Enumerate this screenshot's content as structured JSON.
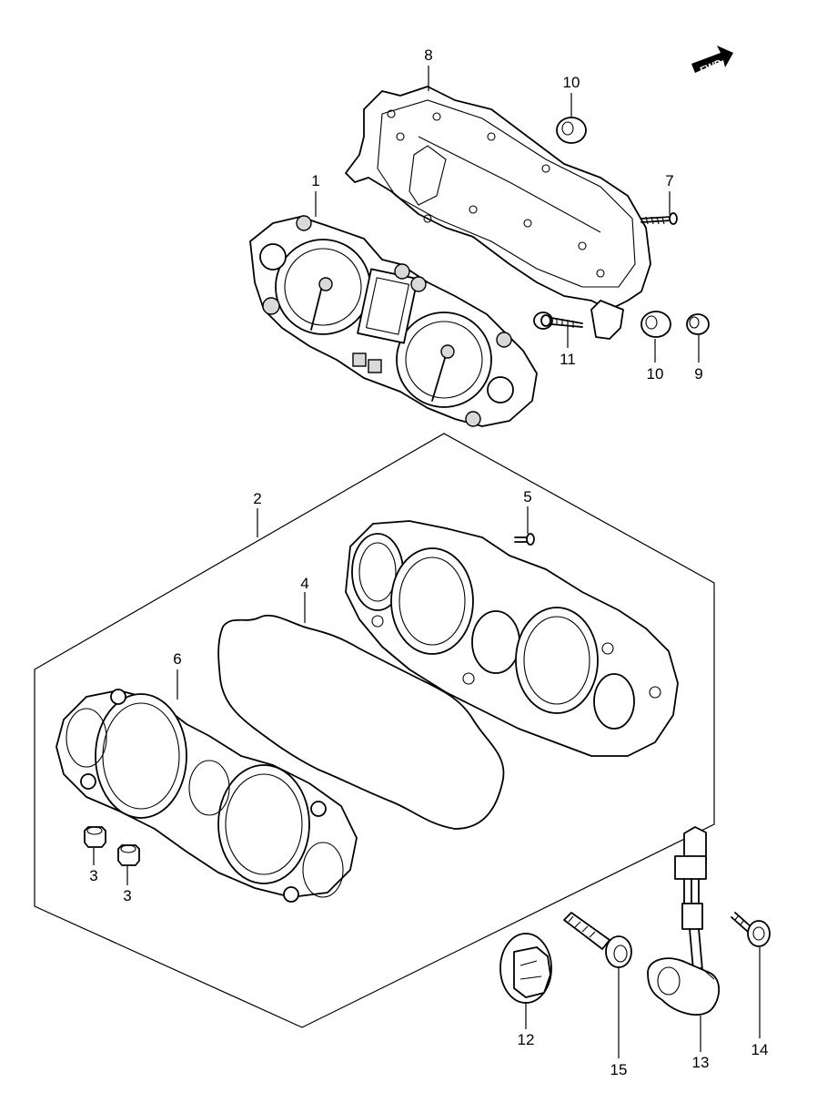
{
  "diagram": {
    "direction_label": "FWD",
    "parts": [
      {
        "id": "1"
      },
      {
        "id": "2"
      },
      {
        "id": "3"
      },
      {
        "id": "4"
      },
      {
        "id": "5"
      },
      {
        "id": "6"
      },
      {
        "id": "7"
      },
      {
        "id": "8"
      },
      {
        "id": "9"
      },
      {
        "id": "10"
      },
      {
        "id": "11"
      },
      {
        "id": "12"
      },
      {
        "id": "13"
      },
      {
        "id": "14"
      },
      {
        "id": "15"
      }
    ],
    "callouts": [
      "8",
      "10",
      "7",
      "1",
      "11",
      "10",
      "9",
      "2",
      "5",
      "4",
      "6",
      "3",
      "3",
      "12",
      "15",
      "13",
      "14"
    ]
  }
}
